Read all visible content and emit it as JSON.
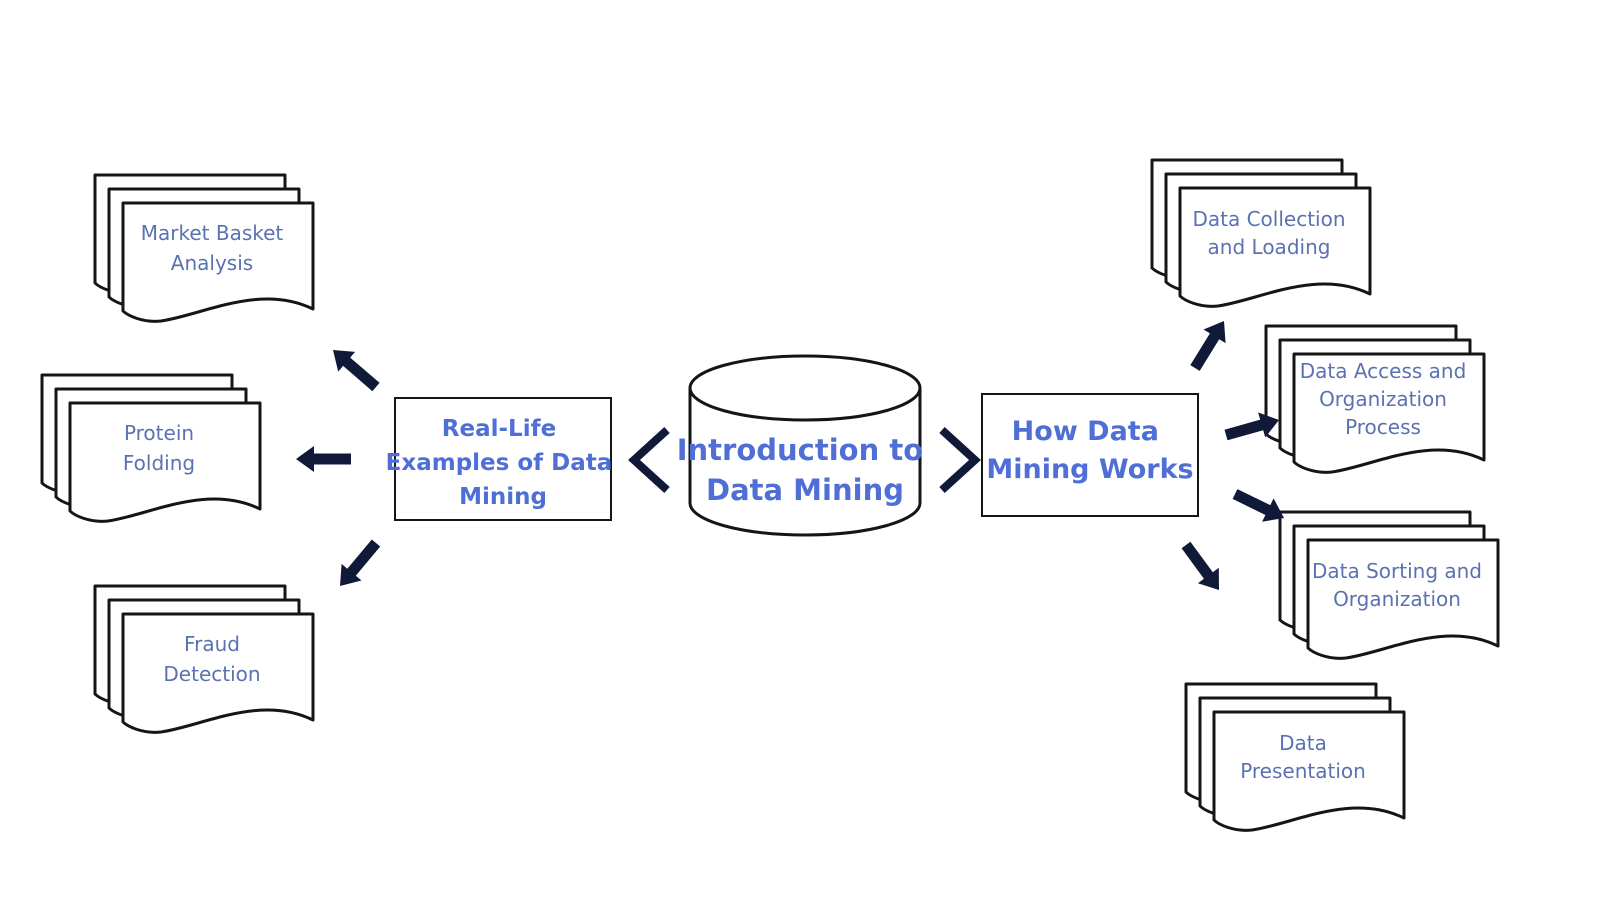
{
  "colors": {
    "outline": "#151515",
    "arrow": "#101a38",
    "doc_text": "#5b72b2",
    "main_text": "#4f6fd6"
  },
  "center": {
    "label_lines": [
      "Introduction to",
      "Data Mining"
    ]
  },
  "left_box": {
    "label_lines": [
      "Real-Life",
      "Examples of Data",
      "Mining"
    ]
  },
  "right_box": {
    "label_lines": [
      "How Data",
      "Mining Works"
    ]
  },
  "examples": [
    {
      "lines": [
        "Market Basket",
        "Analysis"
      ]
    },
    {
      "lines": [
        "Protein",
        "Folding"
      ]
    },
    {
      "lines": [
        "Fraud",
        "Detection"
      ]
    }
  ],
  "steps": [
    {
      "lines": [
        "Data Collection",
        "and Loading"
      ]
    },
    {
      "lines": [
        "Data Access and",
        "Organization",
        "Process"
      ]
    },
    {
      "lines": [
        "Data Sorting and",
        "Organization"
      ]
    },
    {
      "lines": [
        "Data",
        "Presentation"
      ]
    }
  ]
}
